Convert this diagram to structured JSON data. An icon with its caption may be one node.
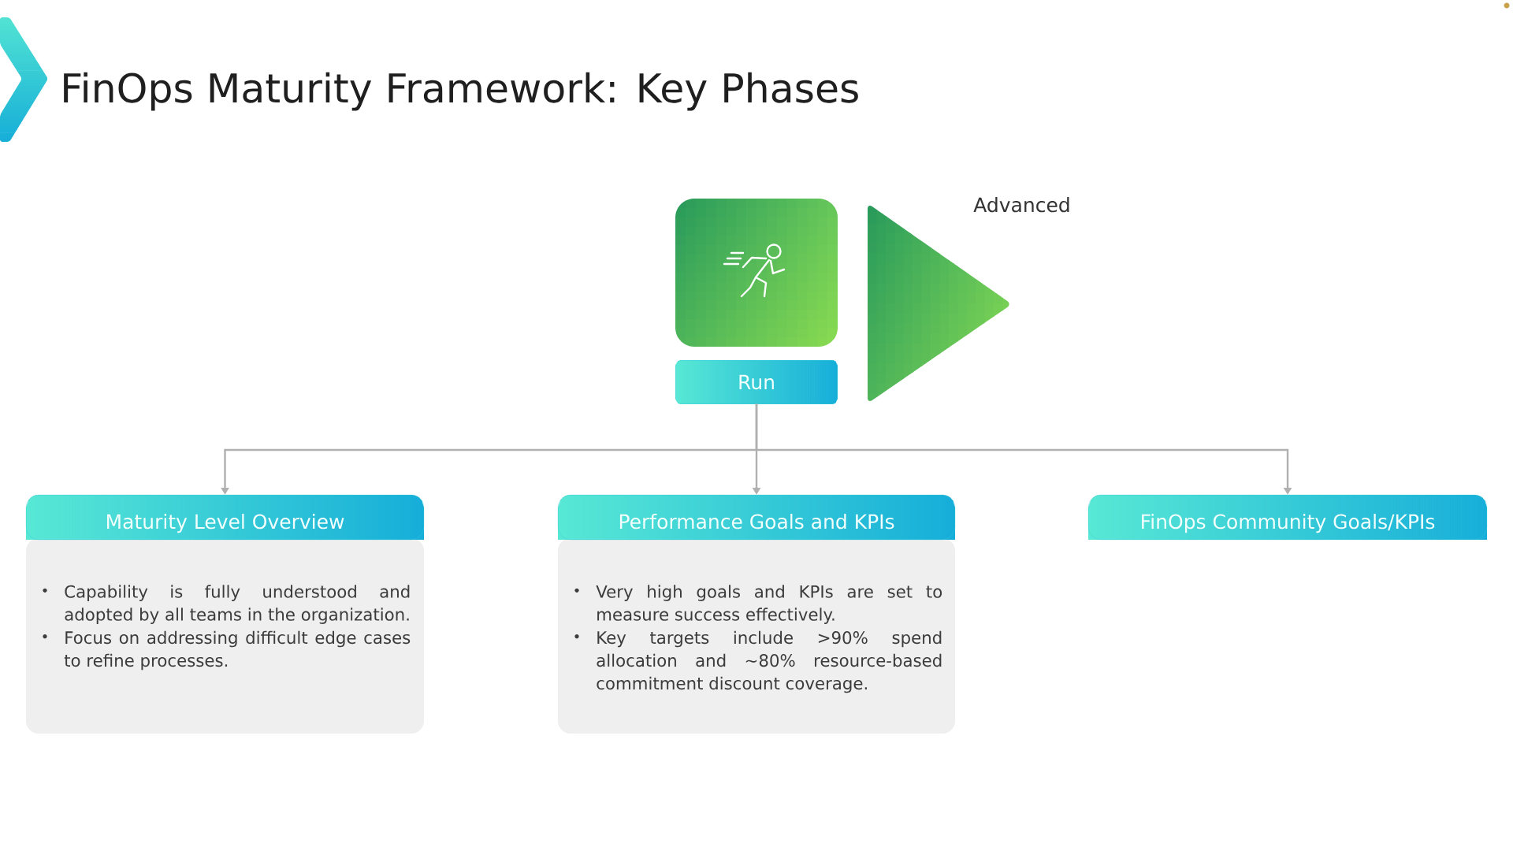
{
  "diagram": {
    "title": "FinOps Maturity Framework: Key Phases",
    "nodes": [
      {
        "text": [
          "Run"
        ]
      },
      {
        "text": [
          "Maturity Level Overview",
          "Capability is fully understood and adopted by all teams in the organization.",
          "Focus on addressing difficult edge cases to refine processes."
        ]
      },
      {
        "text": [
          "Performance Goals and KPIs",
          "Very high goals and KPIs are set to measure success effectively.",
          "Key targets include >90% spend allocation and ~80% resource-based commitment discount coverage."
        ]
      },
      {
        "text": [
          "FinOps Community Goals/KPIs"
        ]
      }
    ],
    "edges": [
      {
        "from": 0,
        "to": 1,
        "arrow": "to"
      },
      {
        "from": 0,
        "to": 2,
        "arrow": "to"
      },
      {
        "from": 0,
        "to": 3,
        "arrow": "to"
      }
    ],
    "labels": [
      "Advanced"
    ]
  }
}
